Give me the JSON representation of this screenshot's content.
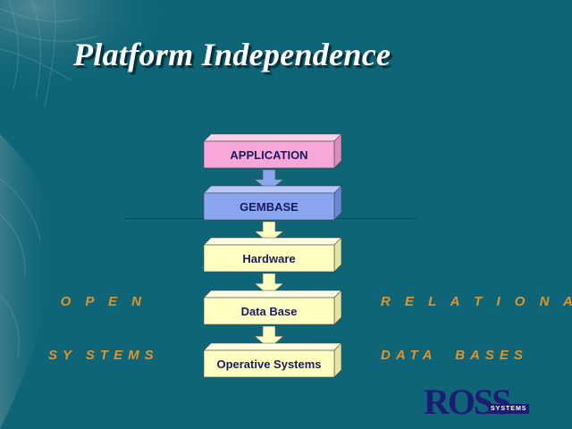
{
  "title": "Platform Independence",
  "left_label": [
    "O P E N",
    "SY STEMS"
  ],
  "right_label": [
    "R E L A T I O N A L",
    "DATA  BASES"
  ],
  "layers": [
    {
      "label": "APPLICATION",
      "fill": "#f7a8d8",
      "top_fill": "#fbd0ea",
      "side_fill": "#e08cc0"
    },
    {
      "label": "GEMBASE",
      "fill": "#8aa6f0",
      "top_fill": "#b6c8f8",
      "side_fill": "#6a86d8"
    },
    {
      "label": "Hardware",
      "fill": "#ffffc2",
      "top_fill": "#ffffe0",
      "side_fill": "#e4e49e"
    },
    {
      "label": "Data Base",
      "fill": "#ffffc2",
      "top_fill": "#ffffe0",
      "side_fill": "#e4e49e"
    },
    {
      "label": "Operative Systems",
      "fill": "#ffffc2",
      "top_fill": "#ffffe0",
      "side_fill": "#e4e49e"
    }
  ],
  "colors": {
    "background": "#0e6577",
    "accent_text": "#e0952a",
    "box_text": "#1a1a60"
  },
  "logo": {
    "main": "ROSS",
    "sub": "SYSTEMS"
  }
}
